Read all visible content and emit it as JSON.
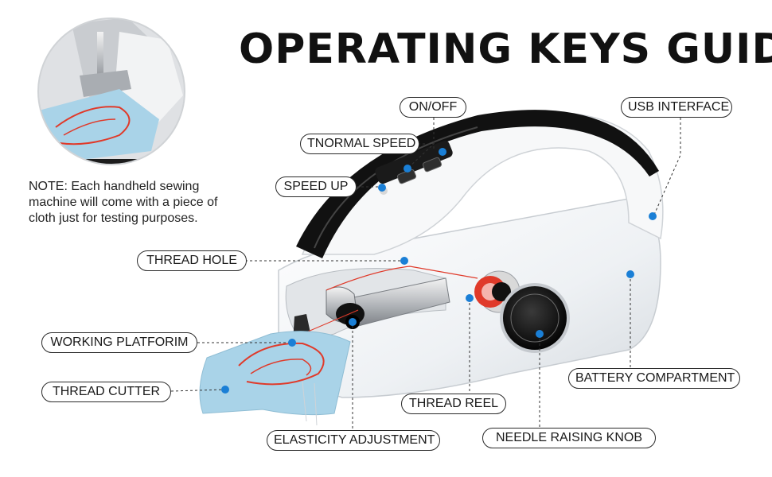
{
  "title": "OPERATING KEYS GUIDE",
  "note": "NOTE: Each handheld sewing machine will come with a piece of cloth just for testing purposes.",
  "labels": {
    "on_off": "ON/OFF",
    "usb_interface": "USB INTERFACE",
    "normal_speed": "TNORMAL SPEED",
    "speed_up": "SPEED UP",
    "thread_hole": "THREAD HOLE",
    "working_platform": "WORKING PLATFORIM",
    "thread_cutter": "THREAD CUTTER",
    "battery_compartment": "BATTERY COMPARTMENT",
    "thread_reel": "THREAD REEL",
    "elasticity_adjustment": "ELASTICITY ADJUSTMENT",
    "needle_raising_knob": "NEEDLE RAISING KNOB"
  },
  "colors": {
    "marker": "#1a7fd6",
    "pill_border": "#2a2a2a",
    "machine_body": "#f4f6f8",
    "handle_band": "#111111",
    "cloth": "#a9d3e8",
    "stitch": "#e03a2a"
  }
}
